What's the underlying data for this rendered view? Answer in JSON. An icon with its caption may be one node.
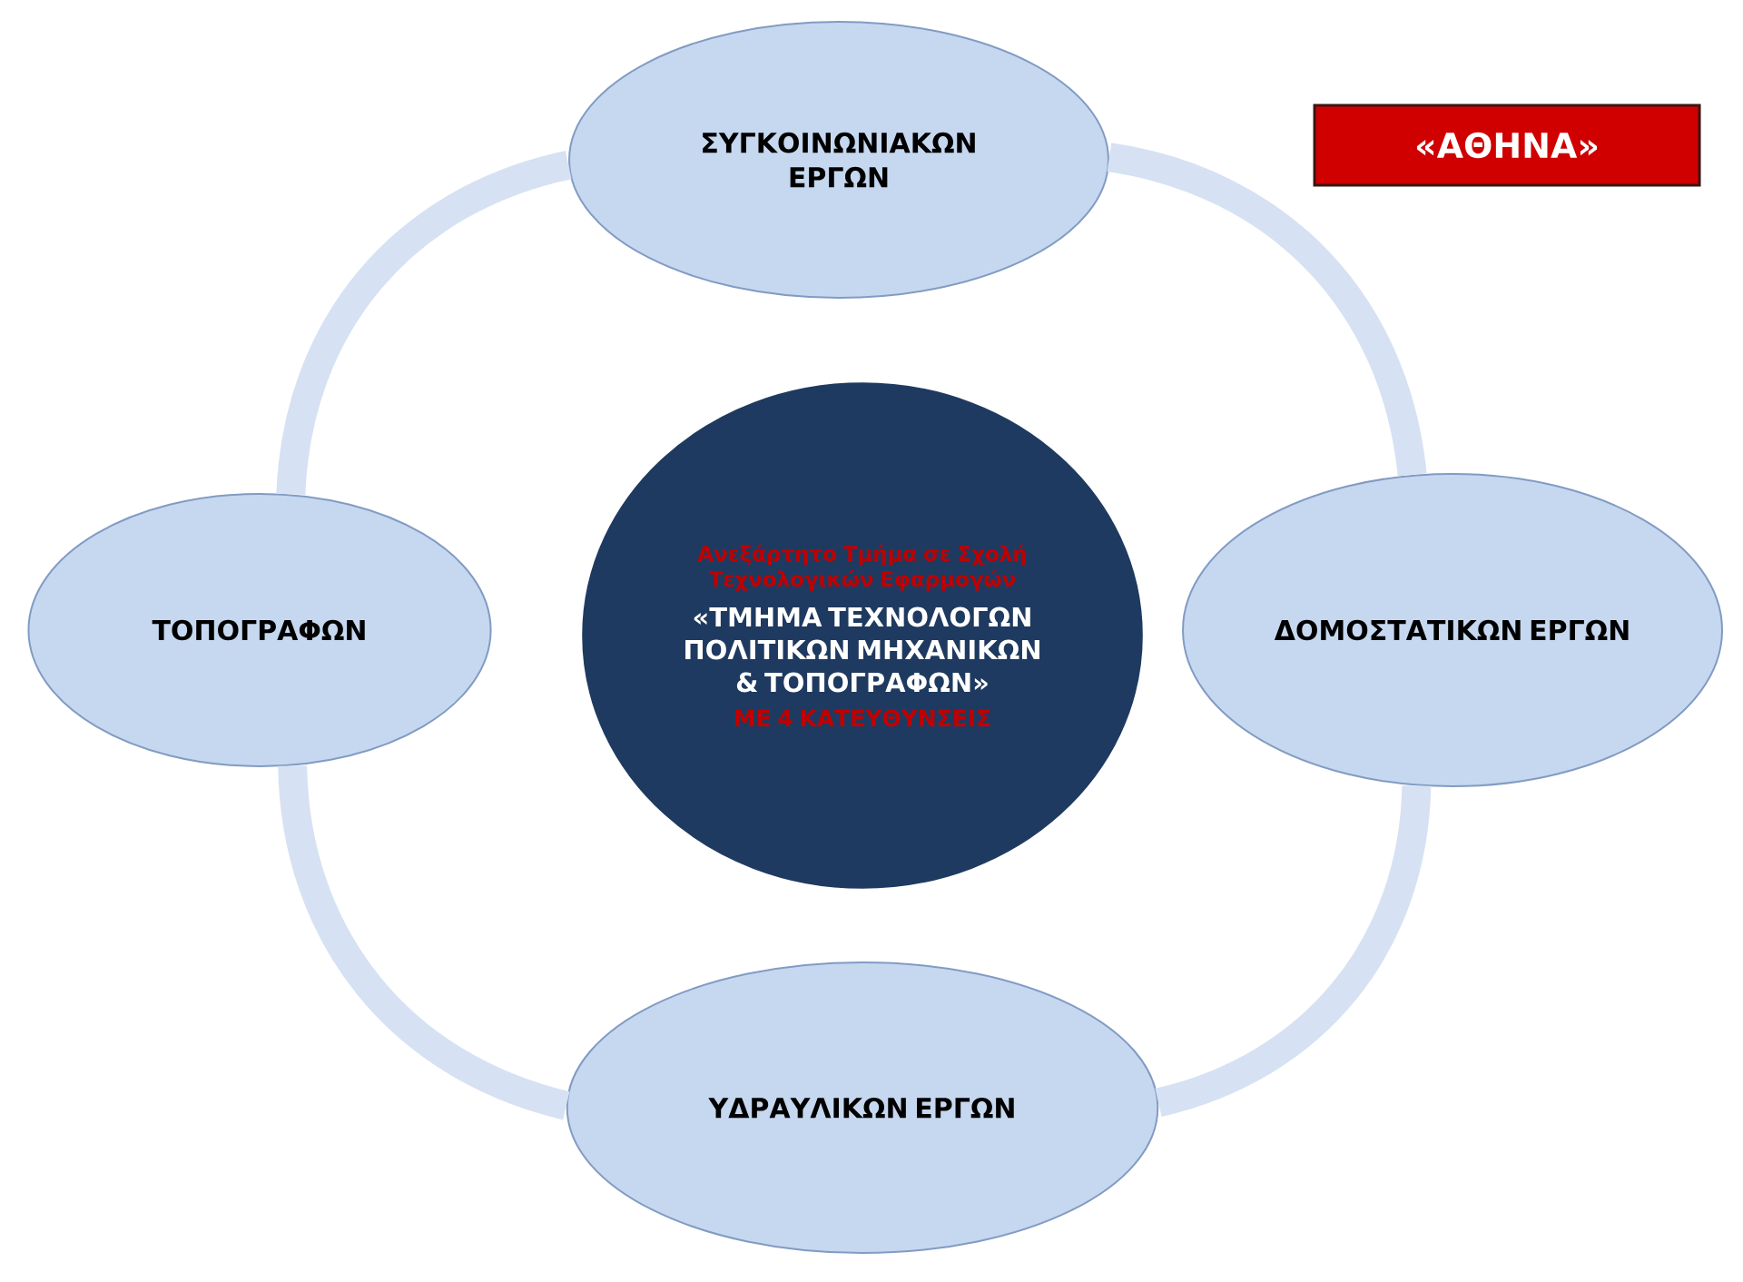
{
  "diagram": {
    "nodes": [
      {
        "text": [
          "Ανεξάρτητο Τμήμα σε Σχολή Τεχνολογικών Εφαρμογών",
          "«ΤΜΗΜΑ ΤΕΧΝΟΛΟΓΩΝ ΠΟΛΙΤΙΚΩΝ ΜΗΧΑΝΙΚΩΝ & ΤΟΠΟΓΡΑΦΩΝ»",
          "ΜΕ 4 ΚΑΤΕΥΘΥΝΣΕΙΣ"
        ]
      },
      {
        "text": [
          "ΣΥΓΚΟΙΝΩΝΙΑΚΩΝ ΕΡΓΩΝ"
        ]
      },
      {
        "text": [
          "ΤΟΠΟΓΡΑΦΩΝ"
        ]
      },
      {
        "text": [
          "ΔΟΜΟΣΤΑΤΙΚΩΝ ΕΡΓΩΝ"
        ]
      },
      {
        "text": [
          "ΥΔΡΑΥΛΙΚΩΝ ΕΡΓΩΝ"
        ]
      },
      {
        "text": [
          "«ΑΘΗΝΑ»"
        ]
      }
    ],
    "edges": [
      {
        "from": 1,
        "to": 3,
        "arrow": "none"
      },
      {
        "from": 3,
        "to": 4,
        "arrow": "none"
      },
      {
        "from": 4,
        "to": 2,
        "arrow": "none"
      },
      {
        "from": 2,
        "to": 1,
        "arrow": "none"
      }
    ]
  }
}
